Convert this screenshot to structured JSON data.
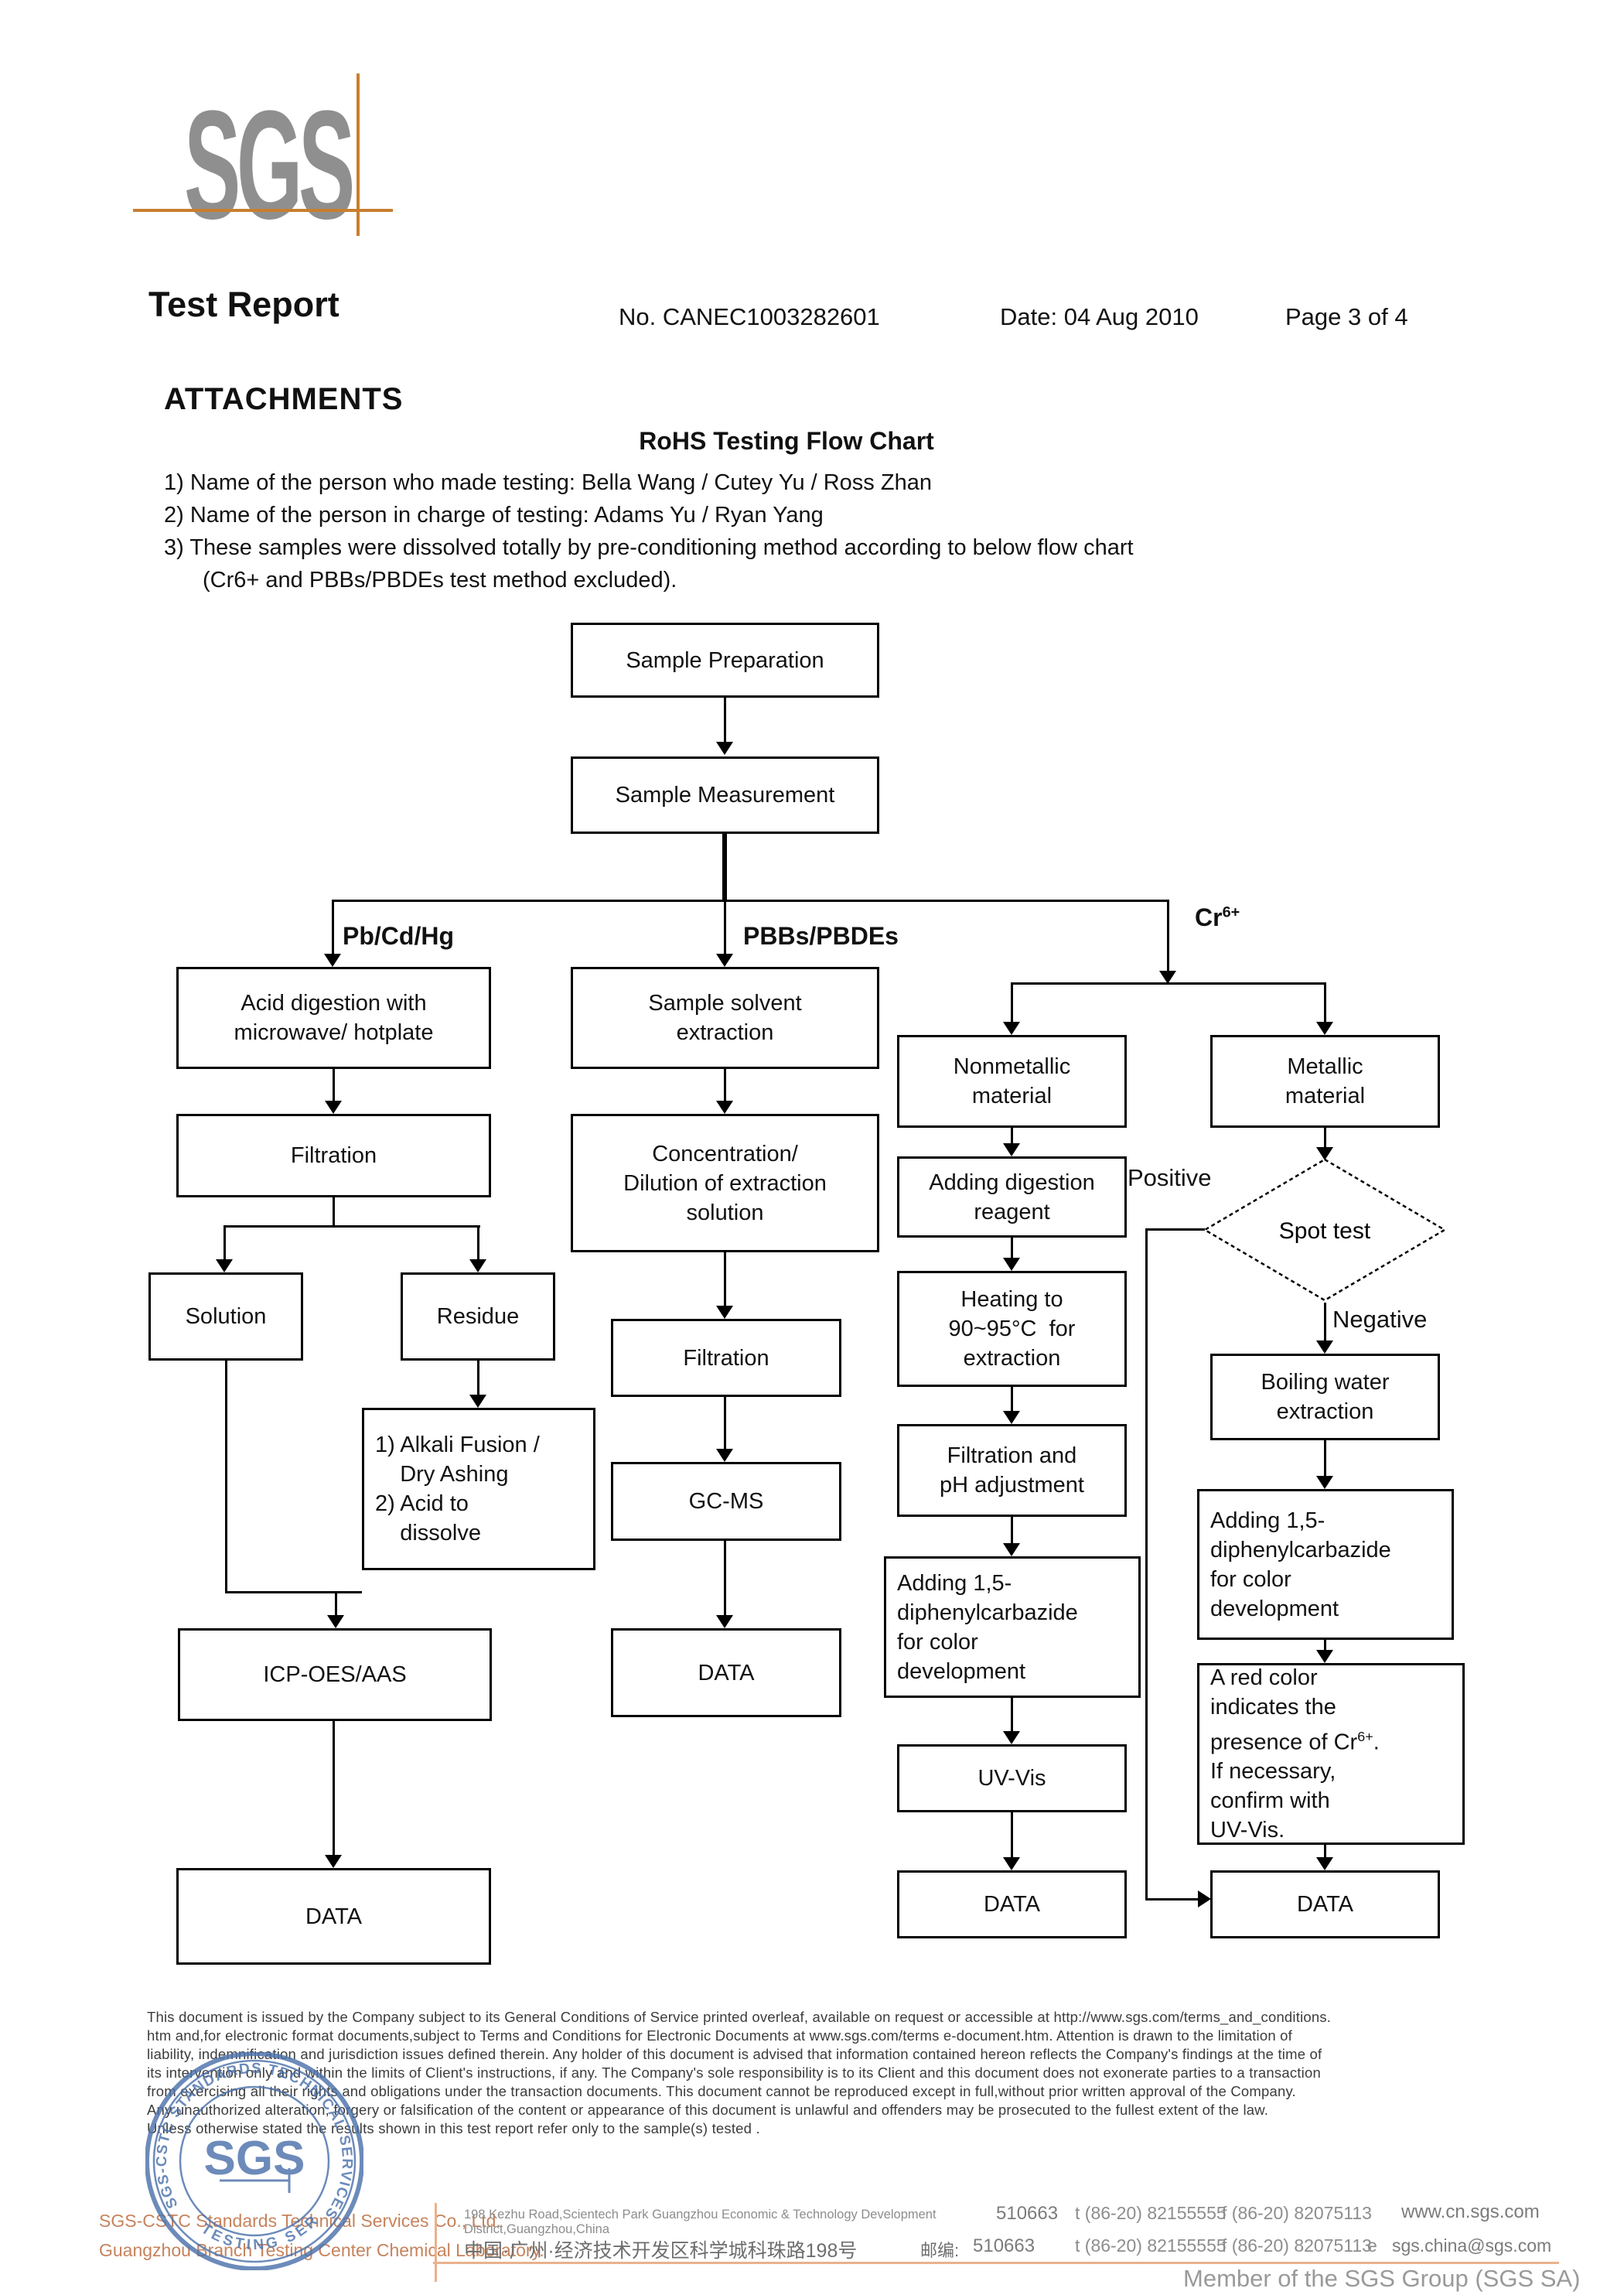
{
  "header": {
    "logo": "SGS",
    "title": "Test Report",
    "report_no": "No. CANEC1003282601",
    "date": "Date: 04 Aug 2010",
    "page_info": "Page 3 of 4"
  },
  "attachments": {
    "heading": "ATTACHMENTS",
    "chart_title": "RoHS Testing Flow Chart",
    "notes": [
      "1) Name of the person who made testing: Bella Wang / Cutey Yu / Ross Zhan",
      "2) Name of the person in charge of testing: Adams Yu / Ryan Yang",
      "3) These samples were dissolved totally by pre-conditioning method according to below flow chart",
      "(Cr6+ and PBBs/PBDEs test method excluded)."
    ]
  },
  "flowchart": {
    "nodes": {
      "sample_prep": "Sample Preparation",
      "sample_meas": "Sample Measurement",
      "acid_digestion": "Acid digestion with\nmicrowave/ hotplate",
      "filtration": "Filtration",
      "solution": "Solution",
      "residue": "Residue",
      "alkali": "1) Alkali Fusion /\n    Dry Ashing\n2) Acid to\n    dissolve",
      "icp": "ICP-OES/AAS",
      "data": "DATA",
      "solvent": "Sample solvent\nextraction",
      "concentration": "Concentration/\nDilution of extraction\nsolution",
      "gcms": "GC-MS",
      "nonmetallic": "Nonmetallic\nmaterial",
      "metallic": "Metallic\nmaterial",
      "adding_digestion": "Adding digestion\nreagent",
      "heating": "Heating to\n90~95°C  for\nextraction",
      "filtration_ph": "Filtration and\npH adjustment",
      "adding_dpc": "Adding 1,5-\ndiphenylcarbazide\nfor color\ndevelopment",
      "uv_vis": "UV-Vis",
      "boiling": "Boiling water\nextraction",
      "red_color_pre": "A red color\nindicates the\npresence of Cr",
      "red_color_sup": "6+",
      "red_color_post": ".\nIf necessary,\nconfirm with\nUV-Vis."
    },
    "branches": {
      "left": "Pb/Cd/Hg",
      "middle": "PBBs/PBDEs",
      "right_base": "Cr",
      "right_sup": "6+"
    },
    "decision": {
      "label": "Spot test",
      "positive": "Positive",
      "negative": "Negative"
    }
  },
  "footer": {
    "legal_lines": [
      "This document is issued by the Company subject to its General Conditions of Service printed overleaf, available on request or accessible at http://www.sgs.com/terms_and_conditions.",
      "htm and,for electronic format documents,subject to Terms and Conditions for Electronic Documents at www.sgs.com/terms e-document.htm. Attention is drawn to the limitation of",
      "liability, indemnification and jurisdiction issues defined therein. Any holder of this document is advised that information contained hereon reflects the Company's findings at the time of",
      "its intervention only and within the limits of Client's instructions, if any. The Company's sole responsibility is to its Client and this document does not exonerate parties to a transaction",
      "from exercising all their rights and obligations under the transaction documents. This document cannot be reproduced except in full,without prior written approval of the Company.",
      "Any unauthorized alteration, forgery or falsification of the content or appearance of this document is unlawful and offenders may be prosecuted to the fullest extent of the law.",
      "Unless otherwise stated the results shown in this test report refer only to the sample(s) tested ."
    ],
    "stamp": {
      "center": "SGS",
      "arc_top": "SGS-CSTC STANDARDS TECHNICAL SERVICES CO.,LTD.",
      "arc_bottom": "TESTING  SERVICES"
    },
    "company_line1": "SGS-CSTC Standards Technical Services Co., Ltd.",
    "company_line2": "Guangzhou Branch Testing Center Chemical Laboratory.",
    "address_en": "198 Kezhu Road,Scientech Park Guangzhou Economic & Technology Development District,Guangzhou,China",
    "postcode": "510663",
    "postal_label": "邮编:",
    "address_cn": "中国·广州·经济技术开发区科学城科珠路198号",
    "phone": "t (86-20) 82155555",
    "fax": "f (86-20) 82075113",
    "website": "www.cn.sgs.com",
    "email_label": "e",
    "email": "sgs.china@sgs.com",
    "member": "Member of the SGS Group (SGS SA)"
  },
  "colors": {
    "accent_orange": "#c87e2f",
    "footer_orange": "#eab18c",
    "stamp_blue": "#4d72ab",
    "company_orange": "#c6835c",
    "logo_gray": "#8f8f8f"
  }
}
